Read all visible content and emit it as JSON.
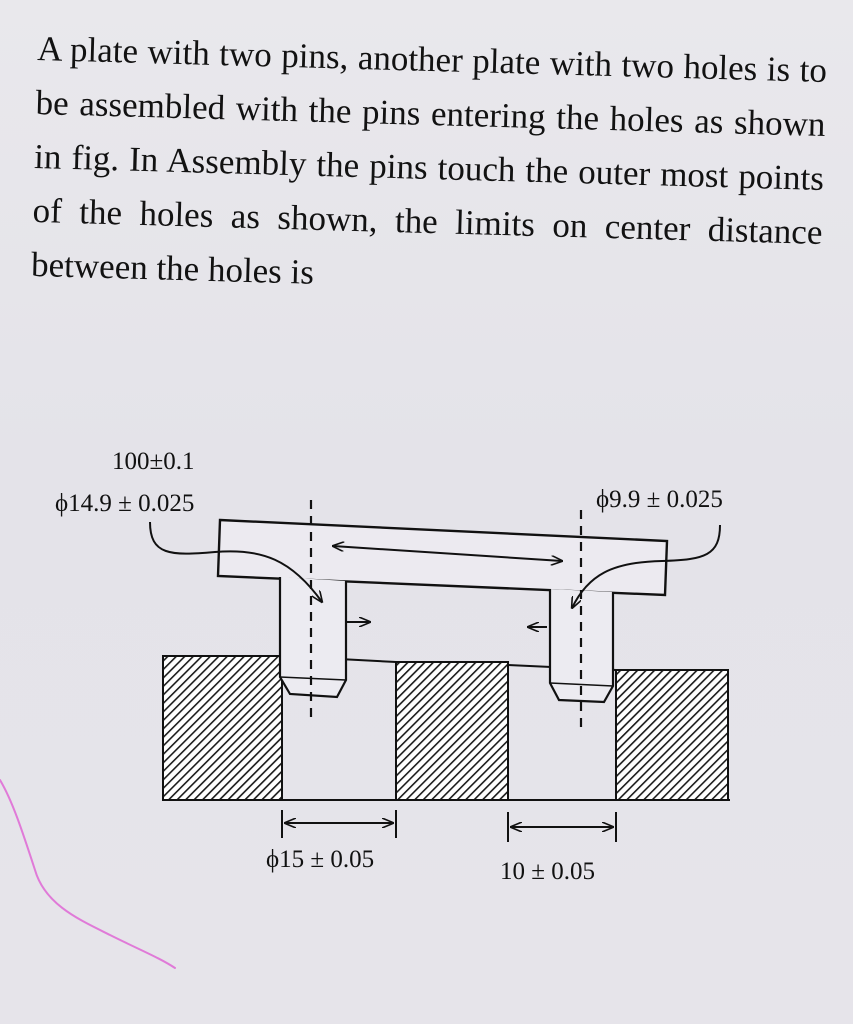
{
  "question": {
    "text": "A plate with two pins, another plate with two holes is to be assembled with the pins entering the holes as shown in fig. In Assembly the pins touch the outer most points of the holes as shown, the limits on center distance between the holes is"
  },
  "figure": {
    "pin_center_distance": "100±0.1",
    "large_pin_diameter": "ϕ14.9 ± 0.025",
    "small_pin_diameter": "ϕ9.9 ± 0.025",
    "large_hole_diameter": "ϕ15 ± 0.05",
    "small_hole_diameter": "10 ± 0.05"
  },
  "colors": {
    "ink": "#111111",
    "paper": "#e7e6eb",
    "pink_mark": "#e07ad8"
  }
}
